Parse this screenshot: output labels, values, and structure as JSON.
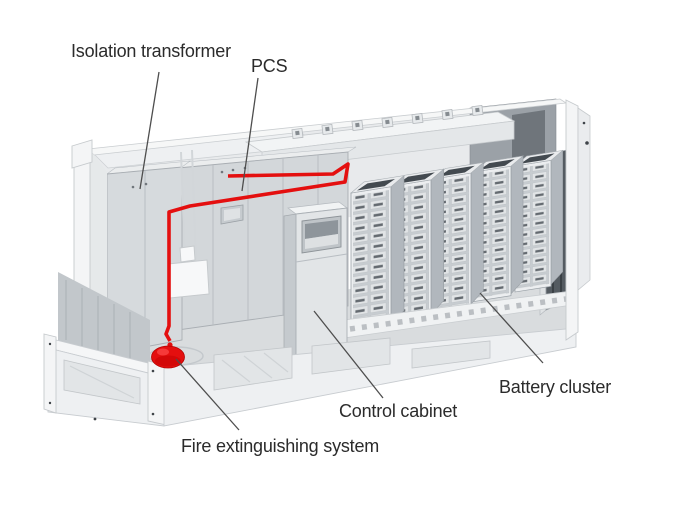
{
  "diagram": {
    "description": "Cutaway illustration of a containerized battery energy storage system",
    "labels": [
      {
        "id": "isolation-transformer",
        "text": "Isolation transformer"
      },
      {
        "id": "pcs",
        "text": "PCS"
      },
      {
        "id": "control-cabinet",
        "text": "Control cabinet"
      },
      {
        "id": "battery-cluster",
        "text": "Battery cluster"
      },
      {
        "id": "fire-extinguishing-system",
        "text": "Fire extinguishing system"
      }
    ],
    "components": [
      "isolation-transformer-cabinet",
      "pcs-cabinet",
      "control-cabinet",
      "battery-rack",
      "fire-pipe",
      "fire-tank",
      "container-shell"
    ],
    "colors": {
      "pipe_red": "#e40f0f",
      "label_text": "#2b2b2b",
      "leader_line": "#4e4e4e",
      "background": "#ffffff"
    }
  }
}
